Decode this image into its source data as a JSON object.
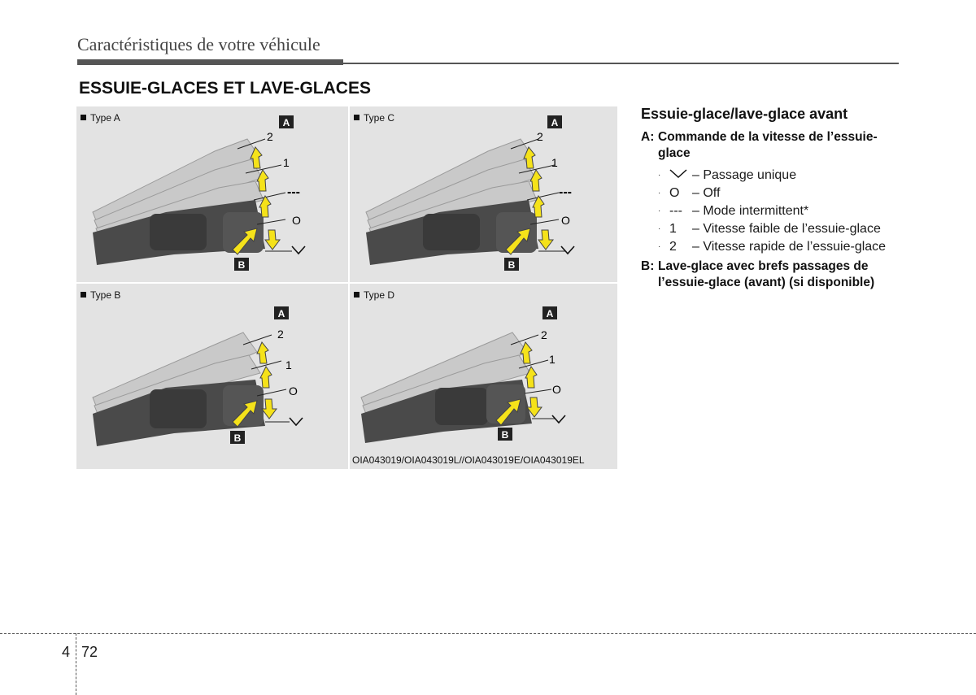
{
  "header": {
    "title": "Caractéristiques de votre véhicule"
  },
  "section": {
    "title": "ESSUIE-GLACES ET LAVE-GLACES"
  },
  "figures": {
    "caption": "OIA043019/OIA043019L//OIA043019E/OIA043019EL",
    "panels": [
      {
        "label": "Type A",
        "badge_a": "A",
        "badge_b": "B",
        "lbl_2": "2",
        "lbl_1": "1",
        "lbl_int": "---",
        "lbl_o": "O"
      },
      {
        "label": "Type C",
        "badge_a": "A",
        "badge_b": "B",
        "lbl_2": "2",
        "lbl_1": "1",
        "lbl_int": "---",
        "lbl_o": "O"
      },
      {
        "label": "Type B",
        "badge_a": "A",
        "badge_b": "B",
        "lbl_2": "2",
        "lbl_1": "1",
        "lbl_o": "O"
      },
      {
        "label": "Type D",
        "badge_a": "A",
        "badge_b": "B",
        "lbl_2": "2",
        "lbl_1": "1",
        "lbl_o": "O"
      }
    ]
  },
  "right": {
    "heading": "Essuie-glace/lave-glace avant",
    "a_key": "A:",
    "a_title": "Commande de la vitesse de l’essuie-glace",
    "items": [
      {
        "bullet": "·",
        "symbol": "",
        "text": "– Passage unique"
      },
      {
        "bullet": "·",
        "symbol": "O",
        "text": "– Off"
      },
      {
        "bullet": "·",
        "symbol": "---",
        "text": "– Mode intermittent*"
      },
      {
        "bullet": "·",
        "symbol": "1",
        "text": "– Vitesse faible de l’essuie-glace"
      },
      {
        "bullet": "·",
        "symbol": "2",
        "text": "– Vitesse rapide de l’essuie-glace"
      }
    ],
    "b_key": "B:",
    "b_title": "Lave-glace avec brefs passages de l’essuie-glace (avant) (si disponible)"
  },
  "footer": {
    "chapter": "4",
    "page": "72"
  },
  "colors": {
    "arrow": "#f5e21a",
    "badge": "#222222",
    "figure_bg": "#e3e3e3"
  }
}
